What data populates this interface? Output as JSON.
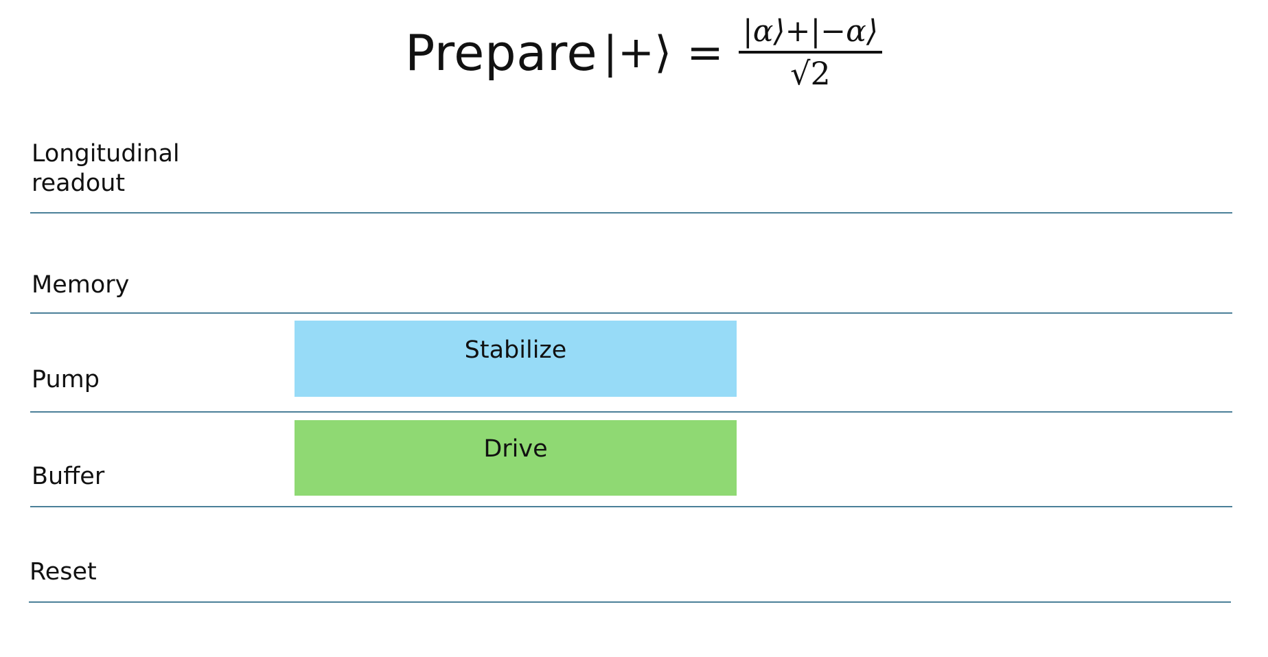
{
  "title": {
    "word": "Prepare",
    "ket": "|+⟩",
    "equals": "=",
    "numerator": "|α⟩+|−α⟩",
    "denominator": "√2"
  },
  "channels": [
    {
      "label": "Longitudinal\nreadout"
    },
    {
      "label": "Memory"
    },
    {
      "label": "Pump"
    },
    {
      "label": "Buffer"
    },
    {
      "label": "Reset"
    }
  ],
  "pulses": [
    {
      "channel": "Pump",
      "label": "Stabilize",
      "color": "#97dbf7"
    },
    {
      "channel": "Buffer",
      "label": "Drive",
      "color": "#8fd973"
    }
  ],
  "colors": {
    "channel_line": "#4a7f98",
    "text": "#111111"
  }
}
